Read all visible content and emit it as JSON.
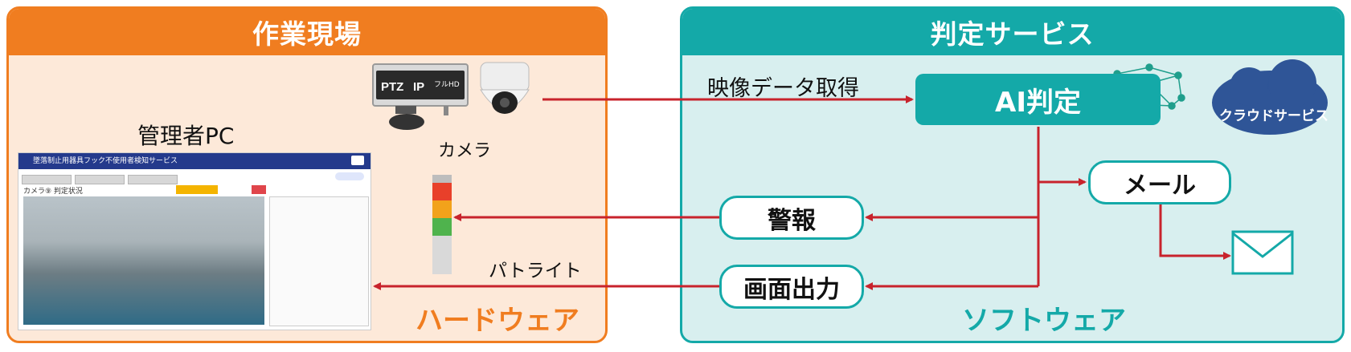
{
  "left_panel": {
    "title": "作業現場",
    "footer": "ハードウェア"
  },
  "right_panel": {
    "title": "判定サービス",
    "footer": "ソフトウェア"
  },
  "labels": {
    "camera": "カメラ",
    "pc": "管理者PC",
    "patlite": "パトライト",
    "video_acquisition": "映像データ取得",
    "cloud": "クラウドサービス"
  },
  "nodes": {
    "ai": "AI判定",
    "mail": "メール",
    "alarm": "警報",
    "screen_output": "画面出力"
  },
  "pc_screen": {
    "title": "墜落制止用器具フック不使用者検知サービス",
    "label": "カメラ⑨ 判定状況"
  },
  "camera_box": {
    "line1": "PTZ",
    "line2": "IP",
    "line3": "フルHD"
  },
  "colors": {
    "orange": "#f07d20",
    "teal": "#14a9a8",
    "arrow": "#c8232c",
    "cloud": "#2f5597"
  }
}
